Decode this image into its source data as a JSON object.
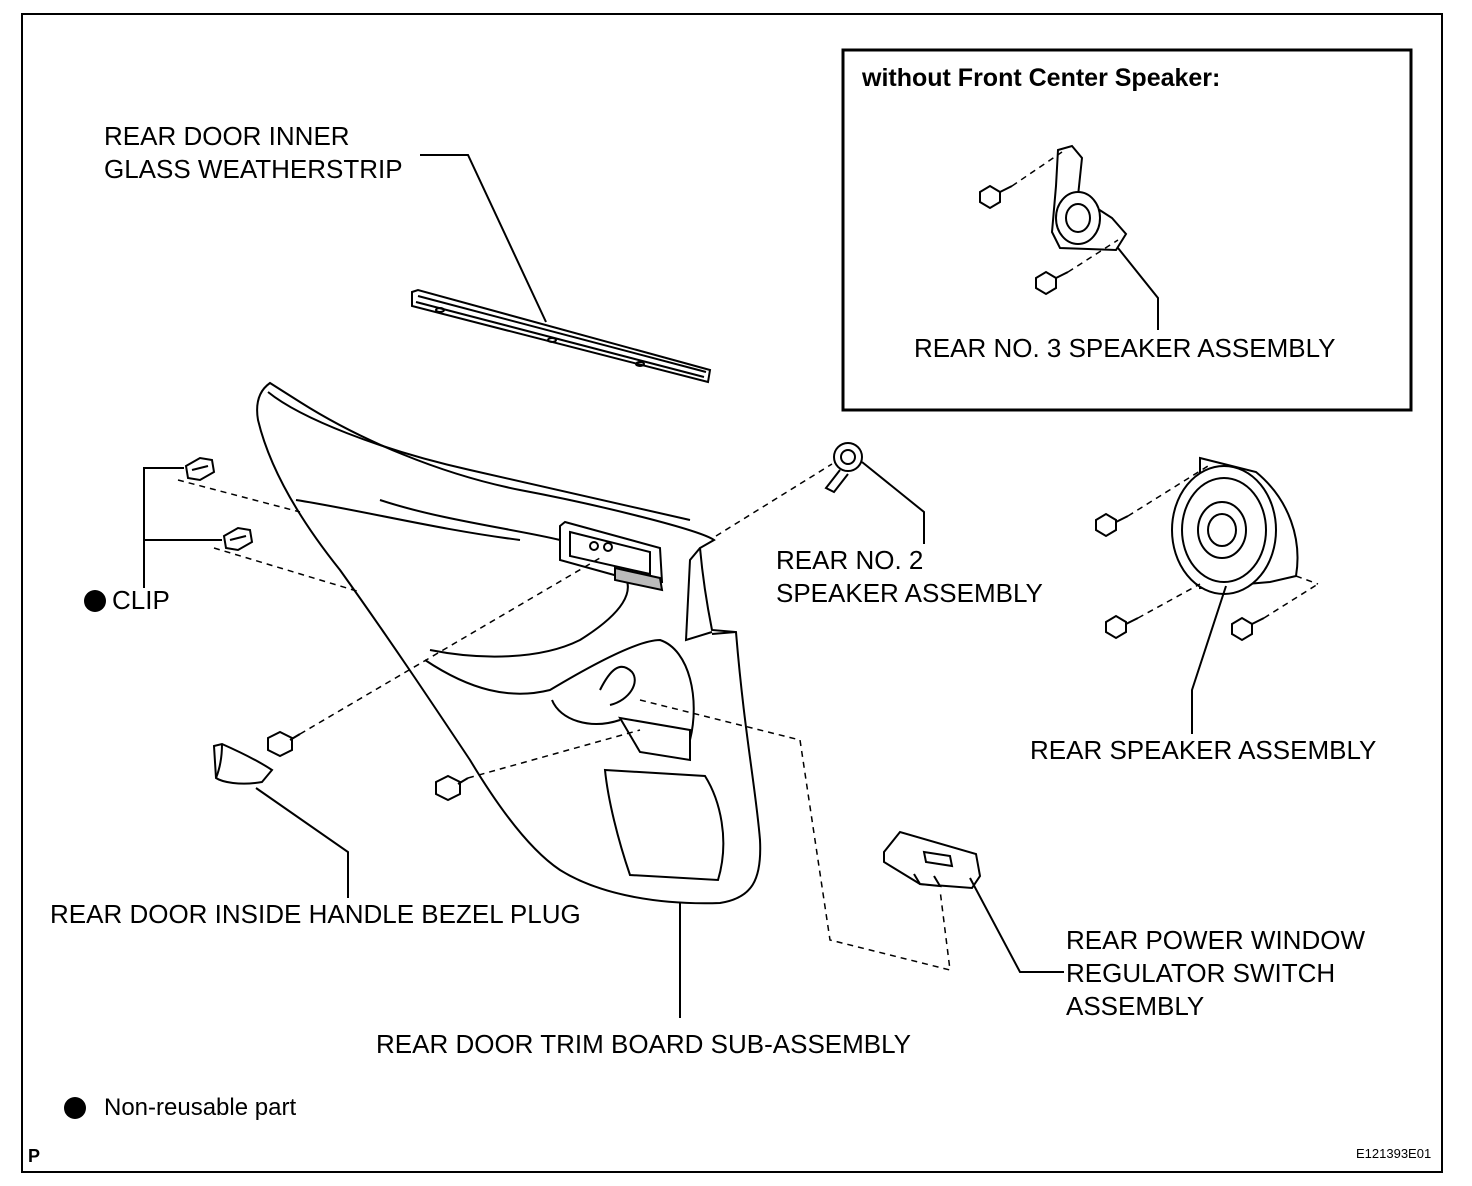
{
  "inset": {
    "title": "without Front Center Speaker:",
    "label": "REAR NO. 3 SPEAKER ASSEMBLY"
  },
  "labels": {
    "weatherstrip": "REAR DOOR INNER\nGLASS WEATHERSTRIP",
    "clip": "CLIP",
    "no2_speaker": "REAR NO. 2\nSPEAKER ASSEMBLY",
    "rear_speaker": "REAR SPEAKER ASSEMBLY",
    "bezel_plug": "REAR DOOR INSIDE HANDLE BEZEL PLUG",
    "window_switch": "REAR POWER WINDOW\nREGULATOR SWITCH\nASSEMBLY",
    "trim_board": "REAR DOOR TRIM BOARD SUB-ASSEMBLY"
  },
  "legend": {
    "non_reusable": "Non-reusable part"
  },
  "footer": {
    "page_code": "P",
    "figure_id": "E121393E01"
  }
}
